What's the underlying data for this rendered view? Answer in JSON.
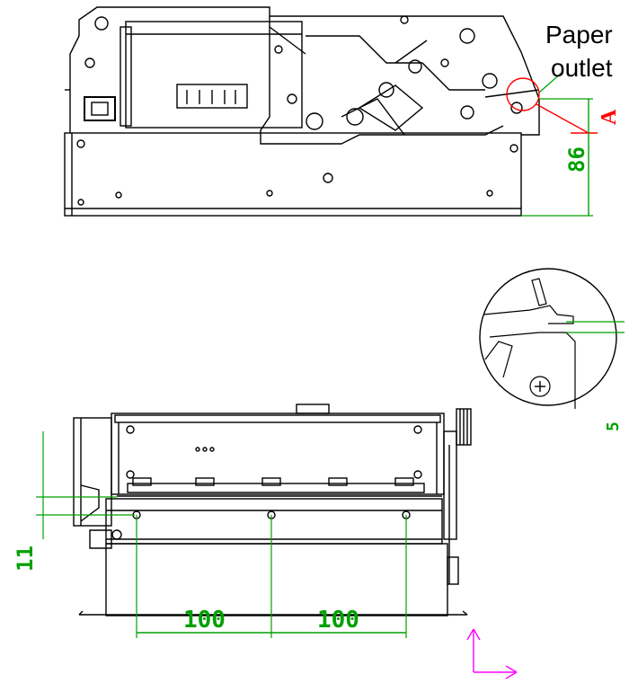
{
  "labels": {
    "paper": "Paper",
    "outlet": "outlet",
    "section_marker": "A"
  },
  "dimensions": {
    "height_86": "86",
    "left_offset_11": "11",
    "spacing_left_100": "100",
    "spacing_right_100": "100",
    "detail_5": "5"
  },
  "colors": {
    "line": "#000000",
    "dimension": "#00a000",
    "marker": "#ff0000",
    "axis": "#ff00ff"
  },
  "icons": {
    "axis_indicator": "xy-axis-icon",
    "screw": "screw-icon"
  }
}
